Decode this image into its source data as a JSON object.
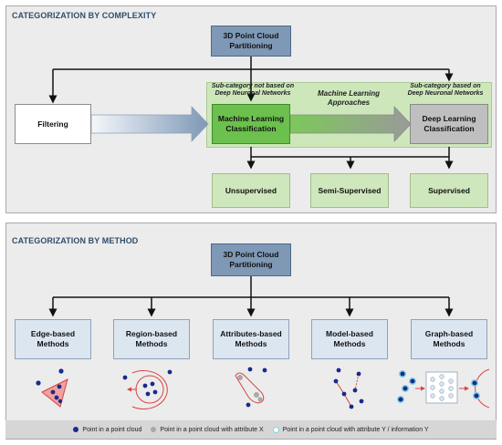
{
  "top": {
    "title": "CATEGORIZATION BY COMPLEXITY",
    "root": "3D Point Cloud\nPartitioning",
    "filtering": "Filtering",
    "ml_note": "Sub-category not based on\nDeep Neuronal Networks",
    "dl_note": "Sub-category based on\nDeep Neuronal Networks",
    "ml_approaches": "Machine Learning\nApproaches",
    "ml": "Machine Learning\nClassification",
    "dl": "Deep Learning\nClassification",
    "unsupervised": "Unsupervised",
    "semi": "Semi-Supervised",
    "supervised": "Supervised"
  },
  "bottom": {
    "title": "CATEGORIZATION BY METHOD",
    "root": "3D Point Cloud\nPartitioning",
    "methods": [
      "Edge-based\nMethods",
      "Region-based\nMethods",
      "Attributes-based\nMethods",
      "Model-based\nMethods",
      "Graph-based\nMethods"
    ]
  },
  "legend": {
    "items": [
      "Point in a point cloud",
      "Point in a point cloud with attribute X",
      "Point in a point cloud with attribute Y / information Y"
    ]
  },
  "colors": {
    "point": "#1a2a8c",
    "attr_x": "#a9a9a9",
    "attr_y": "#7fd3e6",
    "red": "#d9443f"
  }
}
